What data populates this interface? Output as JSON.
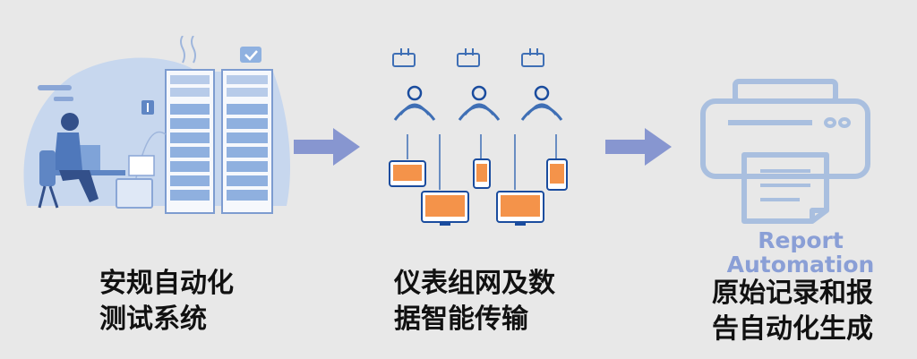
{
  "steps": [
    {
      "lines": [
        "安规自动化",
        "测试系统"
      ]
    },
    {
      "lines": [
        "仪表组网及数",
        "据智能传输"
      ]
    },
    {
      "lines": [
        "原始记录和报",
        "告自动化生成"
      ]
    }
  ],
  "printer_label": {
    "lines": [
      "Report",
      "Automation"
    ]
  },
  "colors": {
    "background": "#e8e8e8",
    "arrow": "#8796d0",
    "illustration_blue": "#7fa3d8",
    "printer_outline": "#a9bfdf",
    "screen_orange": "#f4934a"
  }
}
